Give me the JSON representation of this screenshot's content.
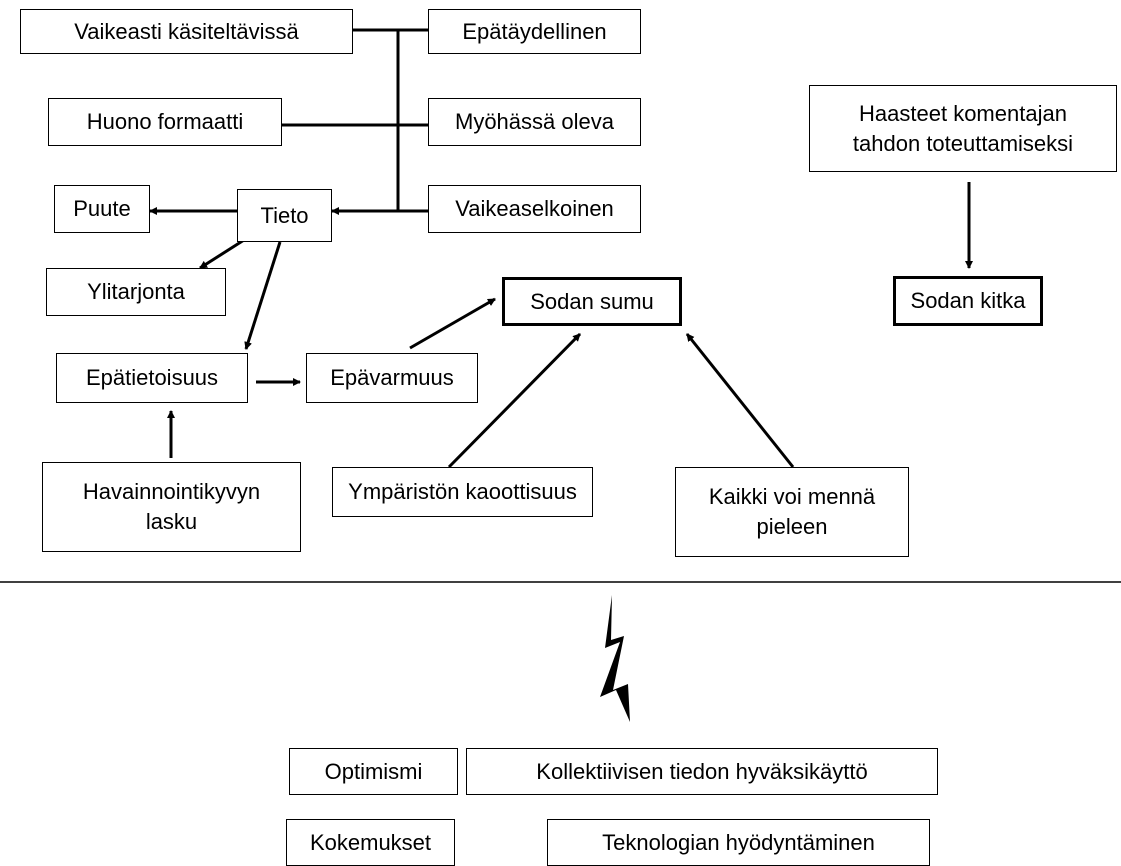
{
  "nodes": {
    "vaikeasti": "Vaikeasti käsiteltävissä",
    "epataydellinen": "Epätäydellinen",
    "huono_formaatti": "Huono formaatti",
    "myohassa": "Myöhässä oleva",
    "puute": "Puute",
    "tieto": "Tieto",
    "vaikeaselkoinen": "Vaikeaselkoinen",
    "ylitarjonta": "Ylitarjonta",
    "sodan_sumu": "Sodan sumu",
    "epatietoisuus": "Epätietoisuus",
    "epavarmuus": "Epävarmuus",
    "havainnointi": "Havainnointikyvyn\nlasku",
    "ymparisto": "Ympäristön kaoottisuus",
    "kaikki_voi": "Kaikki voi mennä\npieleen",
    "haasteet": "Haasteet komentajan\ntahdon toteuttamiseksi",
    "sodan_kitka": "Sodan kitka",
    "optimismi": "Optimismi",
    "kollektiivisen": "Kollektiivisen tiedon hyväksikäyttö",
    "kokemukset": "Kokemukset",
    "teknologian": "Teknologian hyödyntäminen"
  },
  "colors": {
    "stroke": "#000000",
    "background": "#ffffff",
    "text": "#000000"
  },
  "icons": {
    "lightning": "lightning-bolt-icon"
  }
}
